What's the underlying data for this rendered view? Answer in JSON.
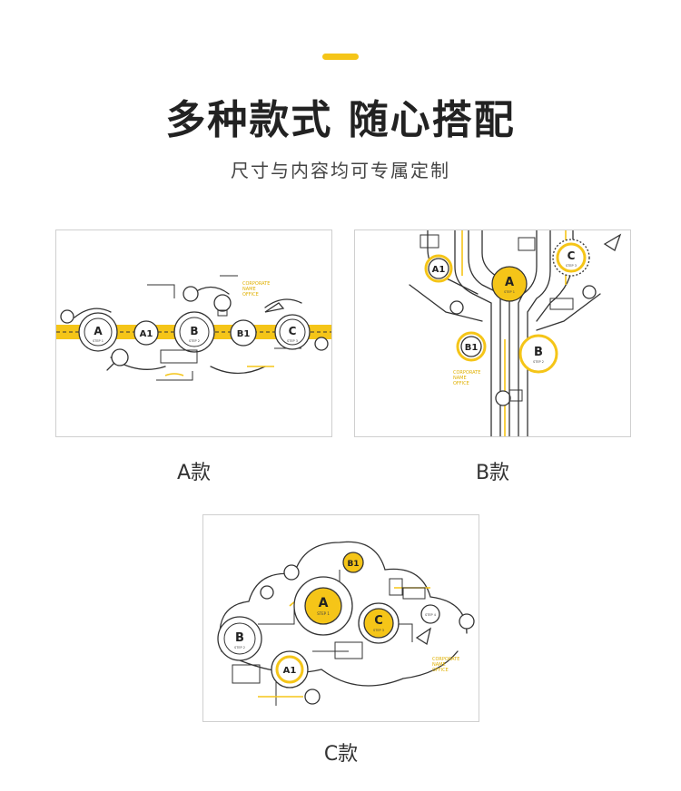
{
  "header": {
    "title": "多种款式 随心搭配",
    "subtitle": "尺寸与内容均可专属定制"
  },
  "colors": {
    "accent": "#f5c518",
    "line": "#333333",
    "text": "#222222"
  },
  "cards": [
    {
      "caption": "A款",
      "nodes": [
        {
          "label": "A",
          "step": "STEP 1"
        },
        {
          "label": "A1",
          "step": ""
        },
        {
          "label": "B",
          "step": "STEP 2"
        },
        {
          "label": "B1",
          "step": ""
        },
        {
          "label": "C",
          "step": "STEP 3"
        }
      ],
      "corporate": [
        "CORPORATE",
        "NAME",
        "OFFICE"
      ]
    },
    {
      "caption": "B款",
      "nodes": [
        {
          "label": "A1",
          "step": ""
        },
        {
          "label": "A",
          "step": "STEP 1"
        },
        {
          "label": "C",
          "step": "STEP 3"
        },
        {
          "label": "B1",
          "step": ""
        },
        {
          "label": "B",
          "step": "STEP 2"
        }
      ],
      "corporate": [
        "CORPORATE",
        "NAME",
        "OFFICE"
      ]
    },
    {
      "caption": "C款",
      "nodes": [
        {
          "label": "B1",
          "step": ""
        },
        {
          "label": "A",
          "step": "STEP 1"
        },
        {
          "label": "C",
          "step": "STEP 3"
        },
        {
          "label": "B",
          "step": "STEP 2"
        },
        {
          "label": "A1",
          "step": ""
        }
      ],
      "step_extra": "STEP 4",
      "corporate": [
        "CORPORATE",
        "NAME",
        "OFFICE"
      ]
    }
  ]
}
